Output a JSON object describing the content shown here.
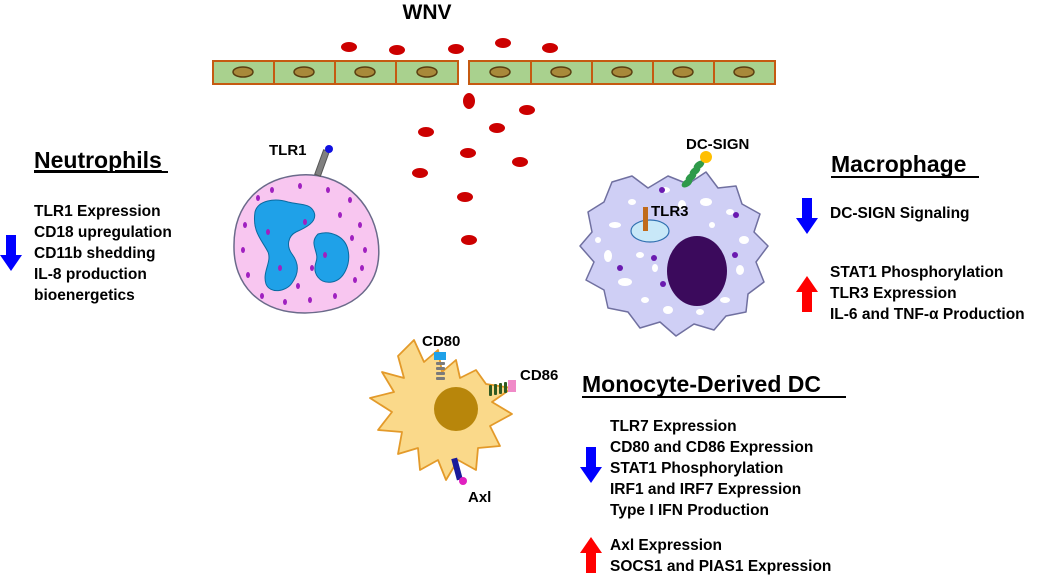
{
  "title": "WNV",
  "labels": {
    "tlr1": "TLR1",
    "dc_sign": "DC-SIGN",
    "tlr3": "TLR3",
    "cd80": "CD80",
    "cd86": "CD86",
    "axl": "Axl"
  },
  "neutrophils": {
    "heading": "Neutrophils",
    "down": [
      "TLR1 Expression",
      "CD18 upregulation",
      "CD11b shedding",
      "IL-8 production",
      "bioenergetics"
    ]
  },
  "macrophage": {
    "heading": "Macrophage",
    "down": [
      "DC-SIGN Signaling"
    ],
    "up": [
      "STAT1 Phosphorylation",
      "TLR3 Expression",
      "IL-6 and TNF-α Production"
    ]
  },
  "modc": {
    "heading": "Monocyte-Derived DC",
    "down": [
      "TLR7 Expression",
      "CD80 and CD86 Expression",
      "STAT1 Phosphorylation",
      "IRF1 and IRF7 Expression",
      "Type I IFN Production"
    ],
    "up": [
      "Axl Expression",
      "SOCS1 and PIAS1 Expression"
    ]
  },
  "colors": {
    "down_arrow": "#0000ff",
    "up_arrow": "#ff0000",
    "virion": "#cc0000",
    "endothelium_fill": "#a9d18e",
    "endothelium_stroke": "#c55a11",
    "neutrophil_body": "#f8c6f0",
    "neutrophil_nucleus": "#1fa1e8",
    "macrophage_body": "#cfcff5",
    "macrophage_nucleus": "#3b0a5c",
    "dc_body": "#fad98a",
    "dc_nucleus": "#b8860b"
  },
  "icons": {
    "down": "arrow-down-icon",
    "up": "arrow-up-icon"
  }
}
